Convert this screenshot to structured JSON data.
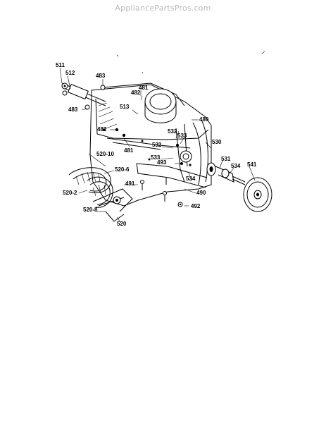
{
  "watermark": "AppliancePartsPros.com",
  "labels": {
    "p511": "511",
    "p512": "512",
    "p483a": "483",
    "p481a": "481",
    "p482a": "482",
    "p513": "513",
    "p483b": "483",
    "p480": "480",
    "p482b": "482",
    "p532a": "532",
    "p533a": "533",
    "p530": "530",
    "p481b": "481",
    "p532b": "532",
    "p520_10": "520-10",
    "p533b": "533",
    "p493": "493",
    "p531": "531",
    "p534a": "534",
    "p541": "541",
    "p520_6": "520-6",
    "p491": "491",
    "p534b": "534",
    "p490": "490",
    "p520_2": "520-2",
    "p492": "492",
    "p520_8": "520-8",
    "p520": "520"
  }
}
